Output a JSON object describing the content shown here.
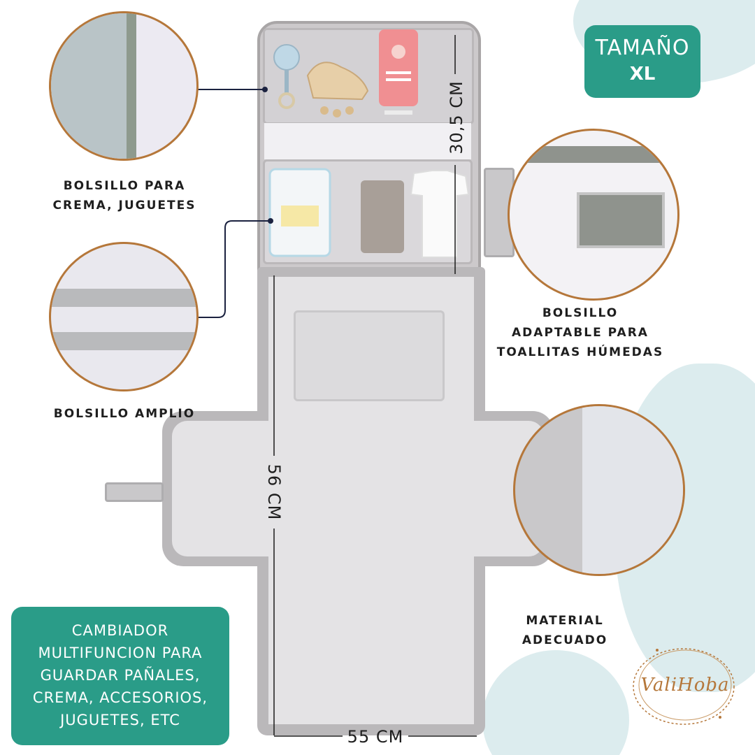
{
  "badges": {
    "size_line1": "TAMAÑO",
    "size_line2": "XL",
    "description_lines": [
      "CAMBIADOR",
      "MULTIFUNCION PARA",
      "GUARDAR PAÑALES,",
      "CREMA, ACCESORIOS,",
      "JUGUETES, ETC"
    ]
  },
  "callouts": {
    "cream_pocket_lines": [
      "BOLSILLO PARA",
      "CREMA, JUGUETES"
    ],
    "large_pocket": "BOLSILLO AMPLIO",
    "wipes_pocket_lines": [
      "BOLSILLO",
      "ADAPTABLE PARA",
      "TOALLITAS HÚMEDAS"
    ],
    "material_lines": [
      "MATERIAL",
      "ADECUADO"
    ]
  },
  "dimensions": {
    "flap_height": "30,5 CM",
    "mat_height": "56 CM",
    "width": "55 CM"
  },
  "brand": {
    "watermark_text": "ValiHoba"
  },
  "colors": {
    "teal": "#2a9c88",
    "circle_border": "#b5773a",
    "line": "#1b2240",
    "background_blob": "#dcecee",
    "mat_gray": "#bab8ba"
  }
}
